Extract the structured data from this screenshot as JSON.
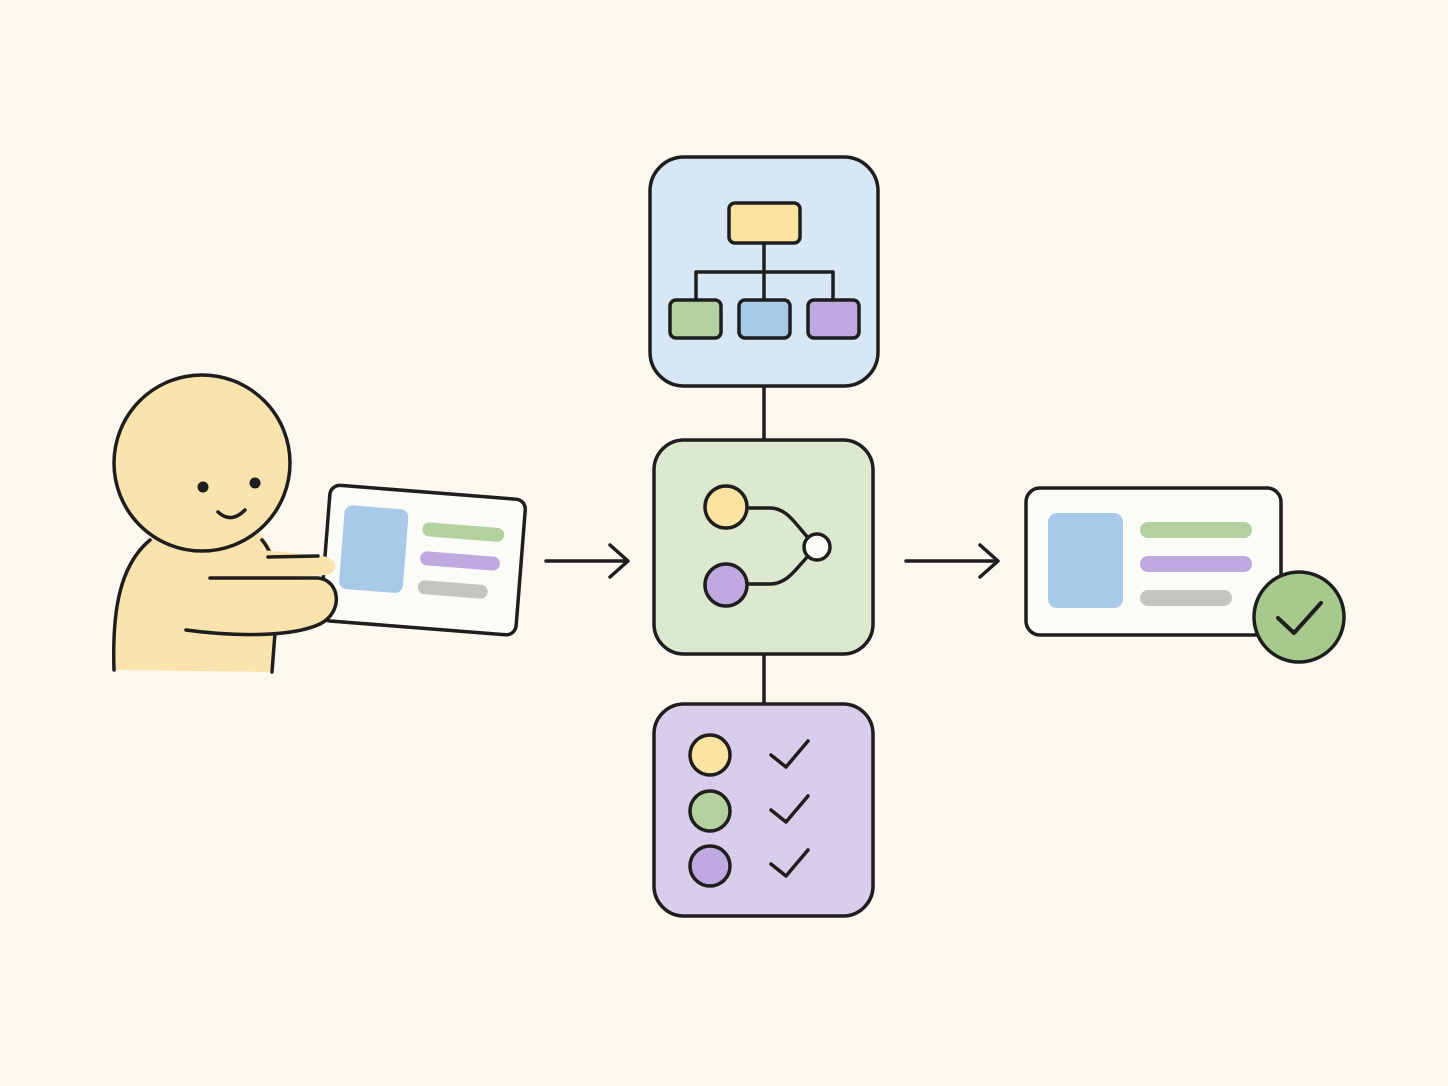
{
  "colors": {
    "background": "#fcf8f0",
    "stroke": "#1e1e1e",
    "skin": "#fbe3ad",
    "yellow": "#fbe3a1",
    "green": "#b3d19e",
    "blue": "#a8cae8",
    "purple": "#c0a8e0",
    "gray": "#c4c4c0",
    "panel_blue": "#d7e7f5",
    "panel_green": "#dde9cf",
    "panel_purple": "#d9cdec",
    "card": "#fbfbf7",
    "check_badge": "#a6c98e"
  },
  "icons": {
    "person": "person-holding-card-icon",
    "input_card": "document-card-icon",
    "hierarchy": "hierarchy-tree-icon",
    "merge": "merge-nodes-icon",
    "checklist": "checklist-icon",
    "output_card": "document-card-icon",
    "verified": "check-circle-icon",
    "arrow": "arrow-right-icon"
  },
  "checklist": {
    "item_colors": [
      "yellow",
      "green",
      "purple"
    ]
  }
}
